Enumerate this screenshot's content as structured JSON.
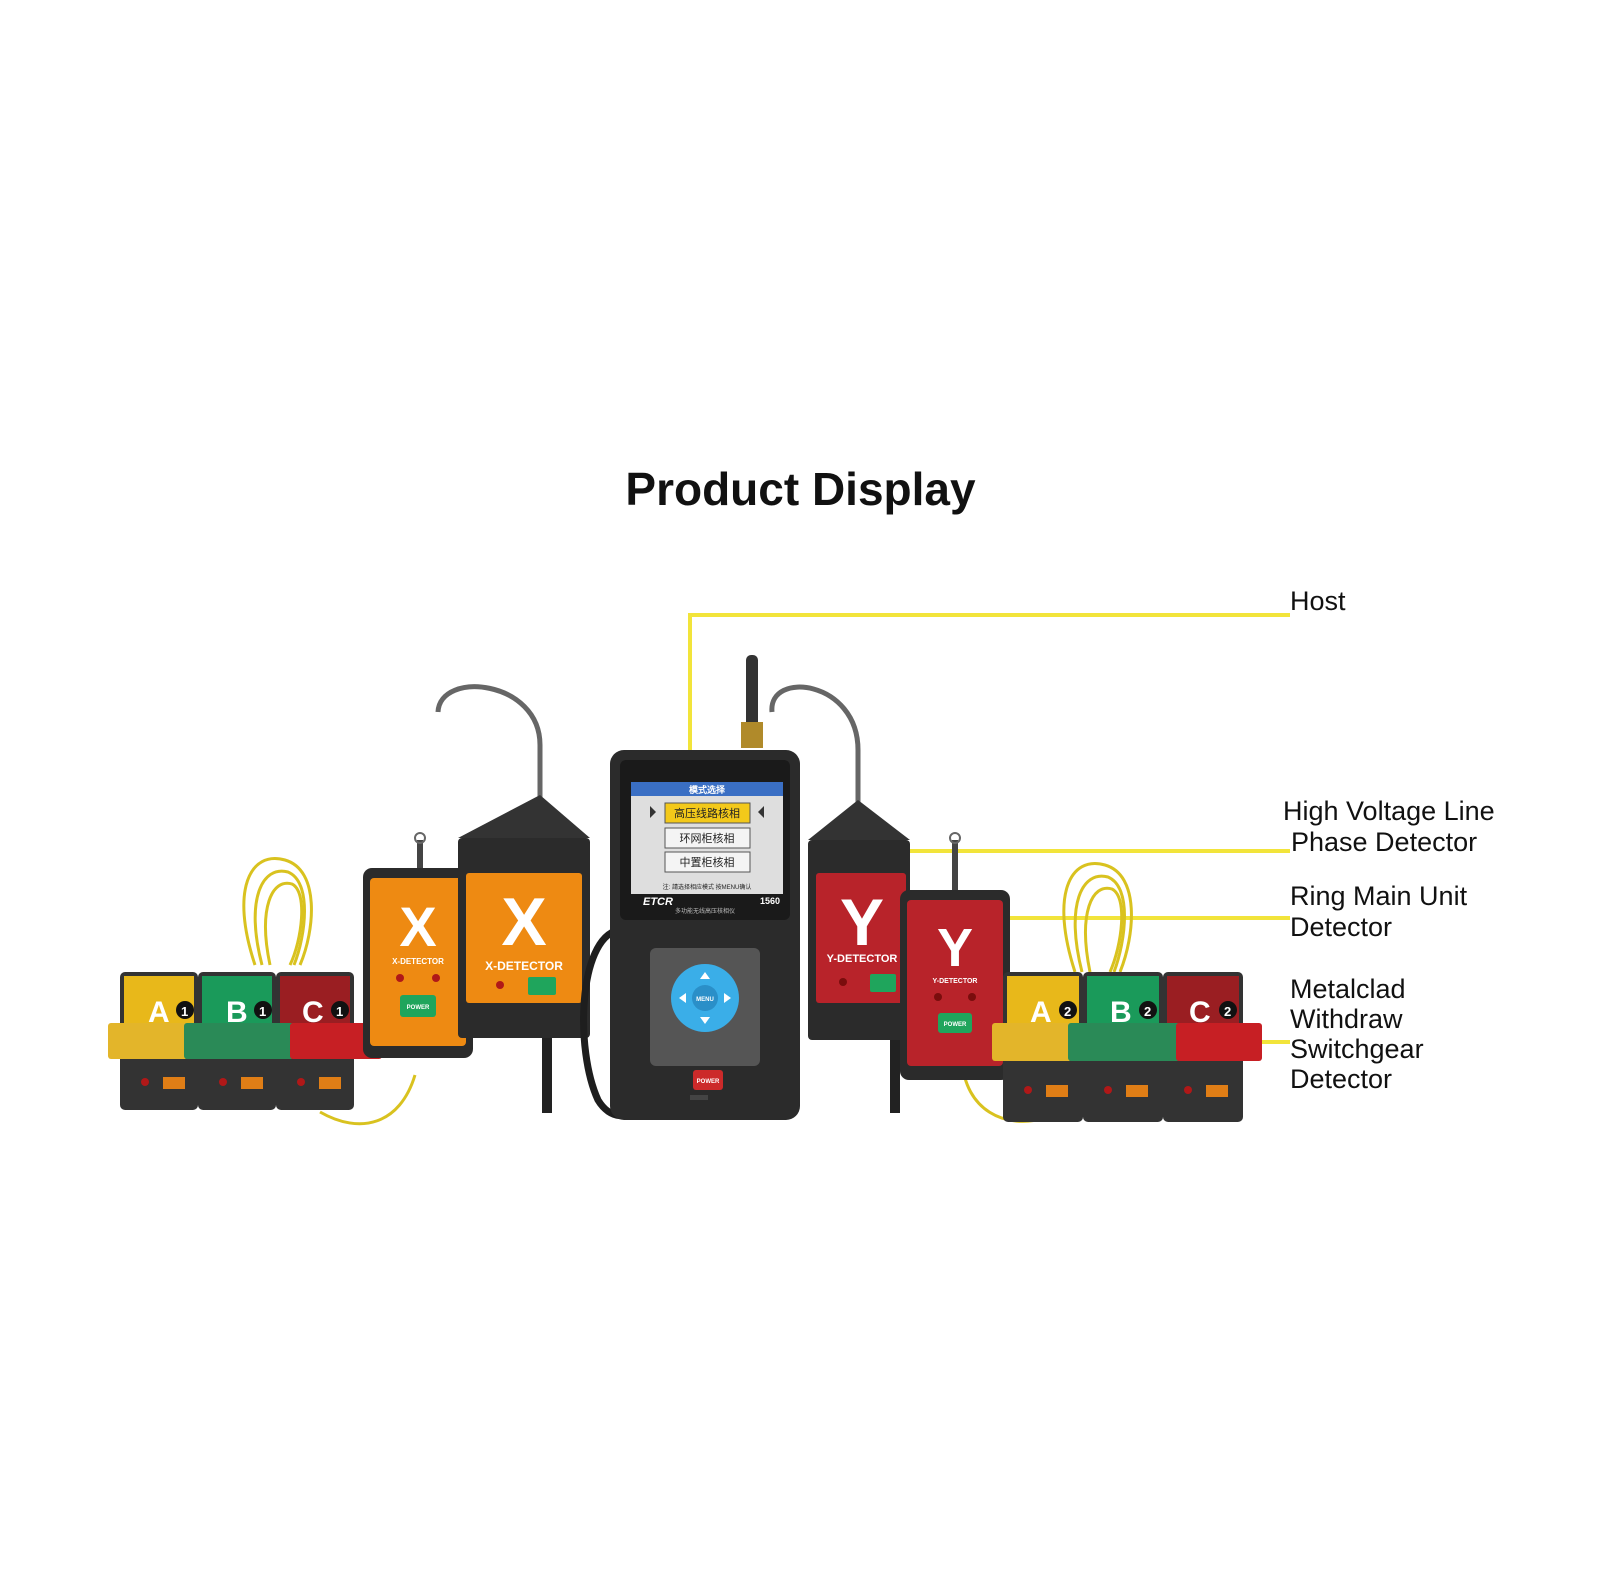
{
  "title": "Product Display",
  "callouts": {
    "host": "Host",
    "hv_line": [
      "High Voltage Line",
      "Phase Detector"
    ],
    "ring_main": [
      "Ring Main Unit",
      "Detector"
    ],
    "metalclad": [
      "Metalclad",
      "Withdraw",
      "Switchgear",
      "Detector"
    ]
  },
  "host_device": {
    "brand": "ETCR",
    "model": "1560",
    "subtitle": "多功能无线高压核相仪",
    "screen_header": "模式选择",
    "menu_items": [
      "高压线路核相",
      "环网柜核相",
      "中置柜核相"
    ],
    "screen_footer": "注: 請选择相应模式 按MENU确认",
    "keypad_center": "MENU",
    "power_label": "POWER"
  },
  "detectors": {
    "x_letter": "X",
    "x_small_label": "X-DETECTOR",
    "x_large_label": "X-DETECTOR",
    "y_letter": "Y",
    "y_small_label": "Y-DETECTOR",
    "y_large_label": "Y-DETECTOR",
    "power_label": "POWER"
  },
  "sensors_left": [
    {
      "letter": "A",
      "num": "1",
      "color": "#e8b81a"
    },
    {
      "letter": "B",
      "num": "1",
      "color": "#1a9a5a"
    },
    {
      "letter": "C",
      "num": "1",
      "color": "#9a1e22"
    }
  ],
  "sensors_right": [
    {
      "letter": "A",
      "num": "2",
      "color": "#e8b81a"
    },
    {
      "letter": "B",
      "num": "2",
      "color": "#1a9a5a"
    },
    {
      "letter": "C",
      "num": "2",
      "color": "#9a1e22"
    }
  ],
  "colors": {
    "callout_line": "#f2e43a",
    "orange": "#ee8a12",
    "red": "#b8232a",
    "body_dark": "#2b2b2b"
  }
}
